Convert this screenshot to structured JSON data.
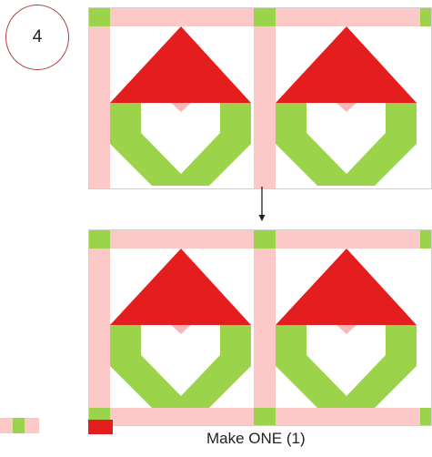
{
  "step": {
    "number": "4"
  },
  "caption": "Make ONE (1)",
  "colors": {
    "sashing_pink": "#fcc8c8",
    "cornerstone_green": "#9bd34a",
    "hat_red": "#e41e1e",
    "beard_green": "#9bd34a",
    "nose_pink": "#f9b7b7",
    "background_white": "#ffffff",
    "seam_gray": "#d0d0d0",
    "arrow_dark": "#222222"
  },
  "rows": [
    {
      "name": "before-row",
      "blocks": 2,
      "bottom_sashing": false
    },
    {
      "name": "after-row",
      "blocks": 2,
      "bottom_sashing": true
    }
  ],
  "legend_swatches": [
    "pink-green-strip",
    "red-square"
  ]
}
